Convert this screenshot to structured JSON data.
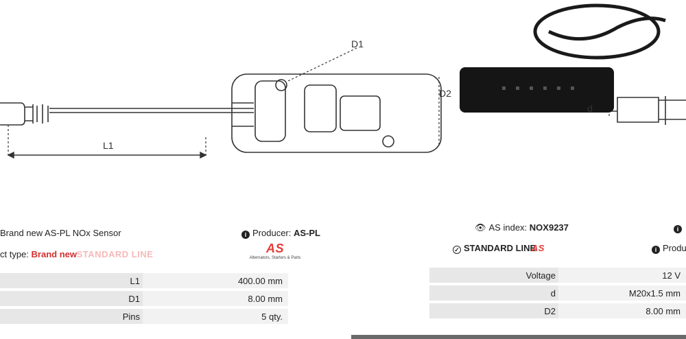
{
  "drawing": {
    "dims": {
      "l1": "L1",
      "d1": "D1",
      "d2": "D2",
      "d": "d"
    }
  },
  "left_panel": {
    "description": "Brand new AS-PL NOx Sensor",
    "producer_label": "Producer:",
    "producer_value": "AS-PL",
    "type_label": "ct type:",
    "type_value": "Brand new",
    "logo_watermark": "STANDARD LINE",
    "logo_mark": "AS",
    "logo_tagline": "Alternators, Starters & Parts",
    "icons": {
      "producer": "info-icon"
    },
    "specs": [
      {
        "label": "L1",
        "value": "400.00 mm"
      },
      {
        "label": "D1",
        "value": "8.00 mm"
      },
      {
        "label": "Pins",
        "value": "5 qty."
      }
    ]
  },
  "right_panel": {
    "as_index_label": "AS index:",
    "as_index_value": "NOX9237",
    "standard_line": "STANDARD LINE",
    "logo_mark": "AS",
    "producer_label": "Produ",
    "icons": {
      "as_index": "eye-icon",
      "standard_line": "check-circle-icon",
      "producer": "info-icon"
    },
    "specs": [
      {
        "label": "Voltage",
        "value": "12 V"
      },
      {
        "label": "d",
        "value": "M20x1.5 mm"
      },
      {
        "label": "D2",
        "value": "8.00 mm"
      }
    ]
  },
  "colors": {
    "accent": "#e53935",
    "row_bg": "#e7e7e7",
    "row_bg_alt": "#f2f2f2",
    "bar": "#6a6a6a"
  }
}
